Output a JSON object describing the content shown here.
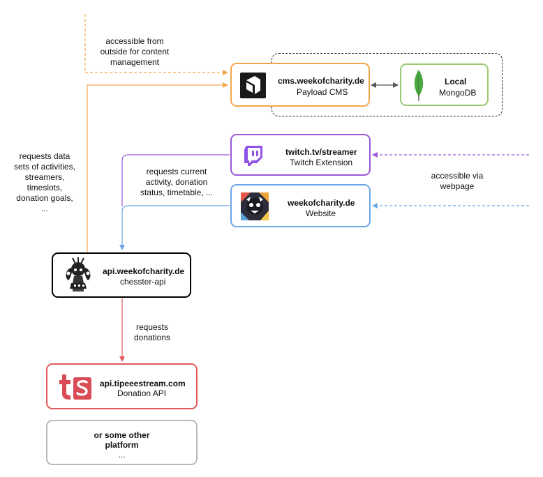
{
  "colors": {
    "orange": "#f4a64d",
    "green": "#9bc972",
    "purple": "#9b57d9",
    "blue": "#6ba6e6",
    "black": "#000000",
    "red": "#e35a5a",
    "gray": "#b8b8b8",
    "mongo_green": "#4aa842",
    "tipeee_red": "#d94b55",
    "twitch_purple": "#8f52e6"
  },
  "nodes": {
    "cms": {
      "title": "cms.weekofcharity.de",
      "sub": "Payload CMS",
      "icon": "payload-logo-icon"
    },
    "mongo": {
      "title": "Local",
      "sub": "MongoDB",
      "icon": "mongodb-leaf-icon"
    },
    "twitch": {
      "title": "twitch.tv/streamer",
      "sub": "Twitch Extension",
      "icon": "twitch-logo-icon"
    },
    "website": {
      "title": "weekofcharity.de",
      "sub": "Website",
      "icon": "website-mascot-icon"
    },
    "api": {
      "title": "api.weekofcharity.de",
      "sub": "chesster-api",
      "icon": "chesster-mascot-icon"
    },
    "tipeee": {
      "title": "api.tipeeestream.com",
      "sub": "Donation API",
      "icon": "tipeee-logo-icon"
    },
    "other": {
      "line1": "or some other",
      "line2": "platform",
      "line3": "..."
    }
  },
  "labels": {
    "outside": {
      "line1": "accessible from",
      "line2": "outside for content",
      "line3": "management"
    },
    "requests_data": {
      "line1": "requests data",
      "line2": "sets of activities,",
      "line3": "streamers,",
      "line4": "timeslots,",
      "line5": "donation goals,",
      "line6": "..."
    },
    "requests_current": {
      "line1": "requests current",
      "line2": "activity, donation",
      "line3": "status, timetable, ..."
    },
    "webpage": {
      "line1": "accessible via",
      "line2": "webpage"
    },
    "donations": {
      "line1": "requests",
      "line2": "donations"
    }
  }
}
